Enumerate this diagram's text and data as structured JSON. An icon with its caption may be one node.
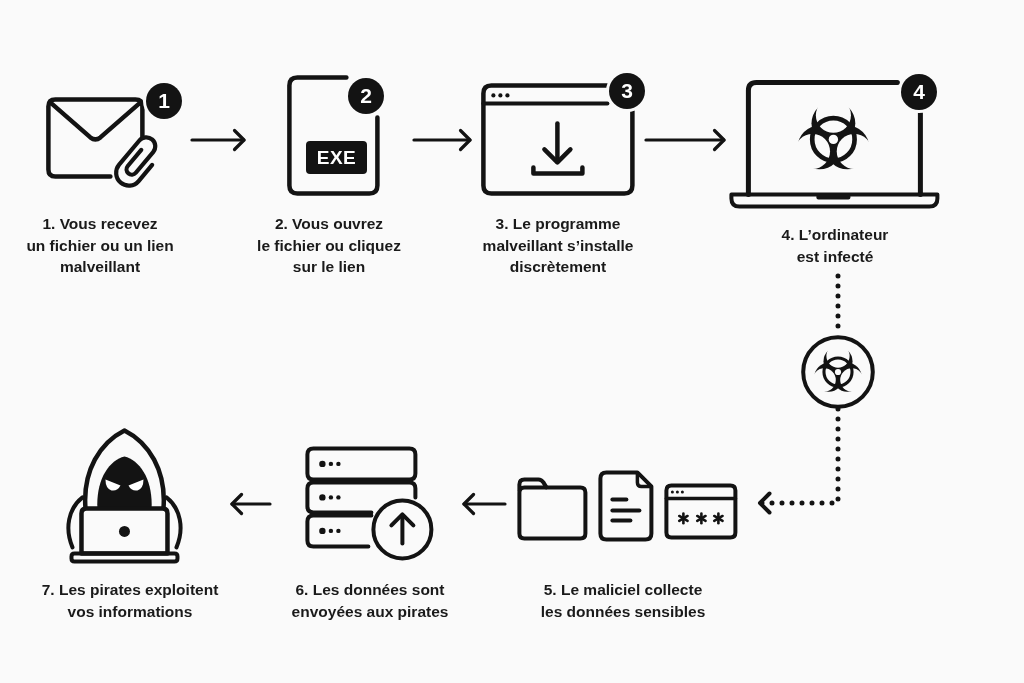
{
  "diagram": {
    "nodes": [
      {
        "text": [
          "1",
          "1. Vous recevez un fichier ou un lien malveillant"
        ]
      },
      {
        "text": [
          "2",
          "EXE",
          "2. Vous ouvrez le fichier ou cliquez sur le lien"
        ]
      },
      {
        "text": [
          "3",
          "3. Le programme malveillant s’installe discrètement"
        ]
      },
      {
        "text": [
          "4",
          "4. L’ordinateur est infecté"
        ]
      },
      {
        "text": [],
        "shape": "circle"
      },
      {
        "text": [
          "5. Le maliciel collecte les données sensibles"
        ]
      },
      {
        "text": [
          "6. Les données sont envoyées aux pirates"
        ]
      },
      {
        "text": [
          "7. Les pirates exploitent vos informations"
        ]
      }
    ],
    "edges": [
      {
        "from": 0,
        "to": 1,
        "arrow": "to"
      },
      {
        "from": 1,
        "to": 2,
        "arrow": "to"
      },
      {
        "from": 2,
        "to": 3,
        "arrow": "to"
      },
      {
        "from": 3,
        "to": 4,
        "arrow": "none",
        "style": "dashed"
      },
      {
        "from": 4,
        "to": 5,
        "arrow": "to",
        "style": "dashed"
      },
      {
        "from": 5,
        "to": 6,
        "arrow": "to"
      },
      {
        "from": 6,
        "to": 7,
        "arrow": "to"
      }
    ]
  }
}
